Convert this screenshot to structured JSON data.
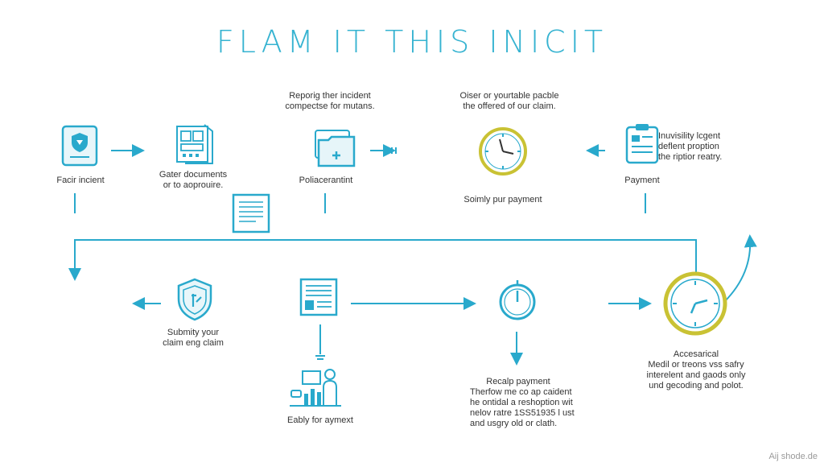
{
  "title": "FLAM IT THIS INICIT",
  "steps": {
    "reporting": {
      "line1": "Reporig ther incident",
      "line2": "compectse for mutans."
    },
    "claim_offer": {
      "line1": "Oiser or yourtable pacble",
      "line2": "the offered of our claim."
    },
    "face_incident": {
      "label": "Facir incient"
    },
    "gather_documents": {
      "line1": "Gater documents",
      "line2": "or to aoprouire."
    },
    "police_report": {
      "label": "Poliacerantint"
    },
    "submit_payment": {
      "label": "Soimly pur payment"
    },
    "payment": {
      "label": "Payment"
    },
    "payment_note": {
      "line1": "Inuvisility lcgent",
      "line2": "deflent proption",
      "line3": "the riptior reatry."
    },
    "submit_claim": {
      "line1": "Submity your",
      "line2": "claim eng claim"
    },
    "easy_payment": {
      "label": "Eably for aymext"
    },
    "recap_payment": {
      "heading": "Recalp payment",
      "line1": "Therfow me co ap caident",
      "line2": "he ontidal a reshoption wit",
      "line3": "nelov ratre 1SS51935 l ust",
      "line4": "and usgry old or clath."
    },
    "accidental": {
      "heading": "Accesarical",
      "line1": "Medil or treons vss safry",
      "line2": "interelent and gaods only",
      "line3": "und gecoding and polot."
    }
  },
  "watermark": "Aij shode.de",
  "colors": {
    "accent": "#29a9cc",
    "clock_ring": "#c9c234",
    "text": "#2b2b2b"
  }
}
